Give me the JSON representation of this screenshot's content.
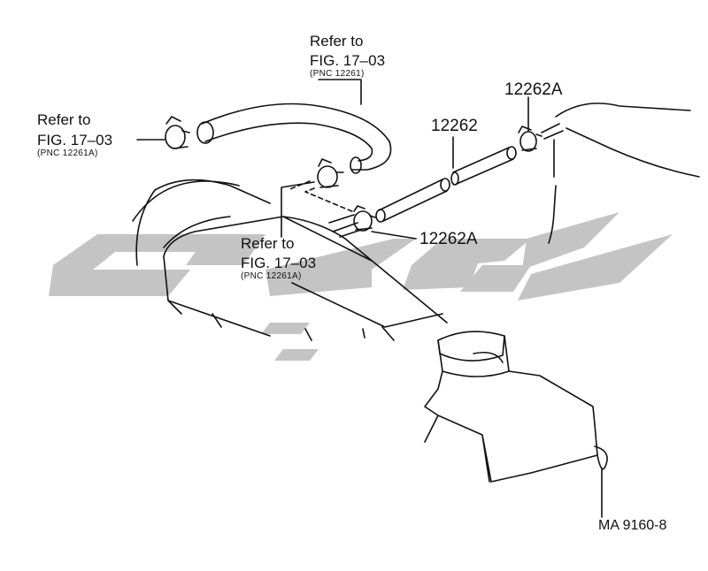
{
  "labels": {
    "top_refer": "Refer to",
    "top_fig": "FIG. 17–03",
    "top_pnc": "(PNC 12261)",
    "left_refer": "Refer to",
    "left_fig": "FIG. 17–03",
    "left_pnc": "(PNC 12261A)",
    "mid_refer": "Refer to",
    "mid_fig": "FIG. 17–03",
    "mid_pnc": "(PNC 12261A)",
    "part_hose": "12262",
    "part_clamp_top": "12262A",
    "part_clamp_mid": "12262A"
  },
  "doc_id": "MA 9160-8",
  "colors": {
    "line": "#111111",
    "watermark": "#c4c4c4"
  }
}
